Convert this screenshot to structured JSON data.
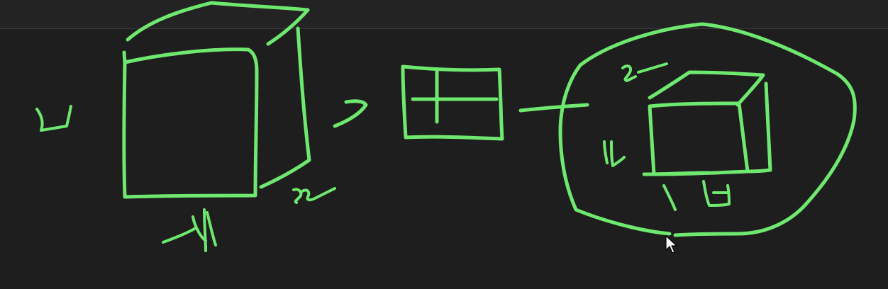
{
  "canvas": {
    "background": "#1e1e1e",
    "topbar_color": "#232323",
    "ink_color": "#6fe86f"
  },
  "figures": [
    {
      "name": "large-cube",
      "shape": "cube"
    },
    {
      "name": "small-rectangle",
      "shape": "rectangle divided into quadrants"
    },
    {
      "name": "small-cube-in-circle",
      "shape": "cube inside closed loop"
    }
  ],
  "cursor": {
    "icon": "pointer-cursor-icon"
  }
}
